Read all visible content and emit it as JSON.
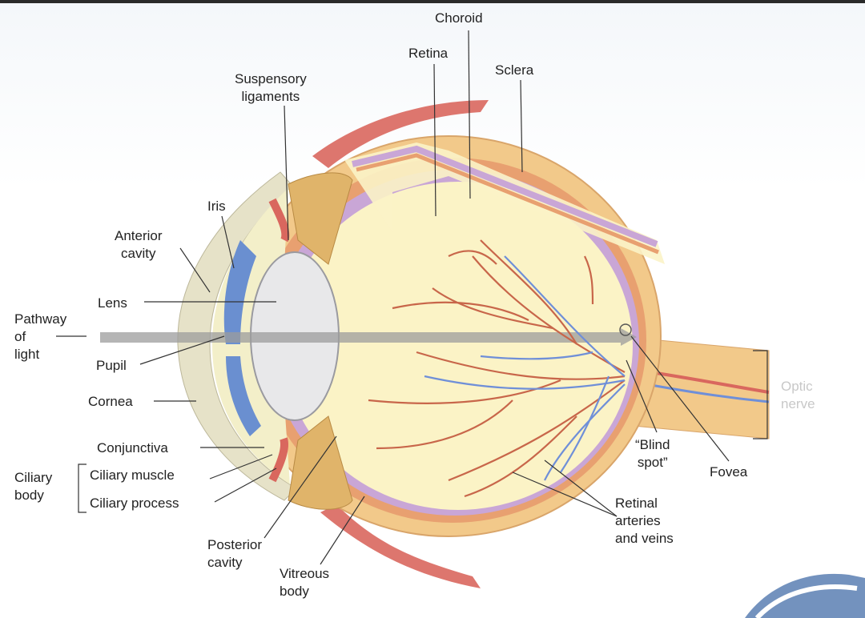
{
  "labels": {
    "choroid": "Choroid",
    "retina": "Retina",
    "sclera": "Sclera",
    "suspensory_ligaments": [
      "Suspensory",
      "ligaments"
    ],
    "iris": "Iris",
    "anterior_cavity": [
      "Anterior",
      "cavity"
    ],
    "lens": "Lens",
    "pathway_of_light": [
      "Pathway",
      "of",
      "light"
    ],
    "pupil": "Pupil",
    "cornea": "Cornea",
    "conjunctiva": "Conjunctiva",
    "ciliary_body": [
      "Ciliary",
      "body"
    ],
    "ciliary_muscle": "Ciliary muscle",
    "ciliary_process": "Ciliary process",
    "posterior_cavity": [
      "Posterior",
      "cavity"
    ],
    "vitreous_body": [
      "Vitreous",
      "body"
    ],
    "blind_spot": [
      "“Blind",
      "spot”"
    ],
    "fovea": "Fovea",
    "retinal_vessels": [
      "Retinal",
      "arteries",
      "and veins"
    ],
    "optic_nerve": [
      "Optic",
      "nerve"
    ]
  },
  "colors": {
    "sclera": "#f2c98a",
    "choroid": "#e8a070",
    "retina": "#c9a6d6",
    "vitreous": "#fbf3c6",
    "iris": "#6a8fd0",
    "lens": "#e8e8ea",
    "muscle": "#d9675e",
    "artery": "#c8664a",
    "vein": "#6f8fd8",
    "light_path": "#9c9c9c"
  }
}
